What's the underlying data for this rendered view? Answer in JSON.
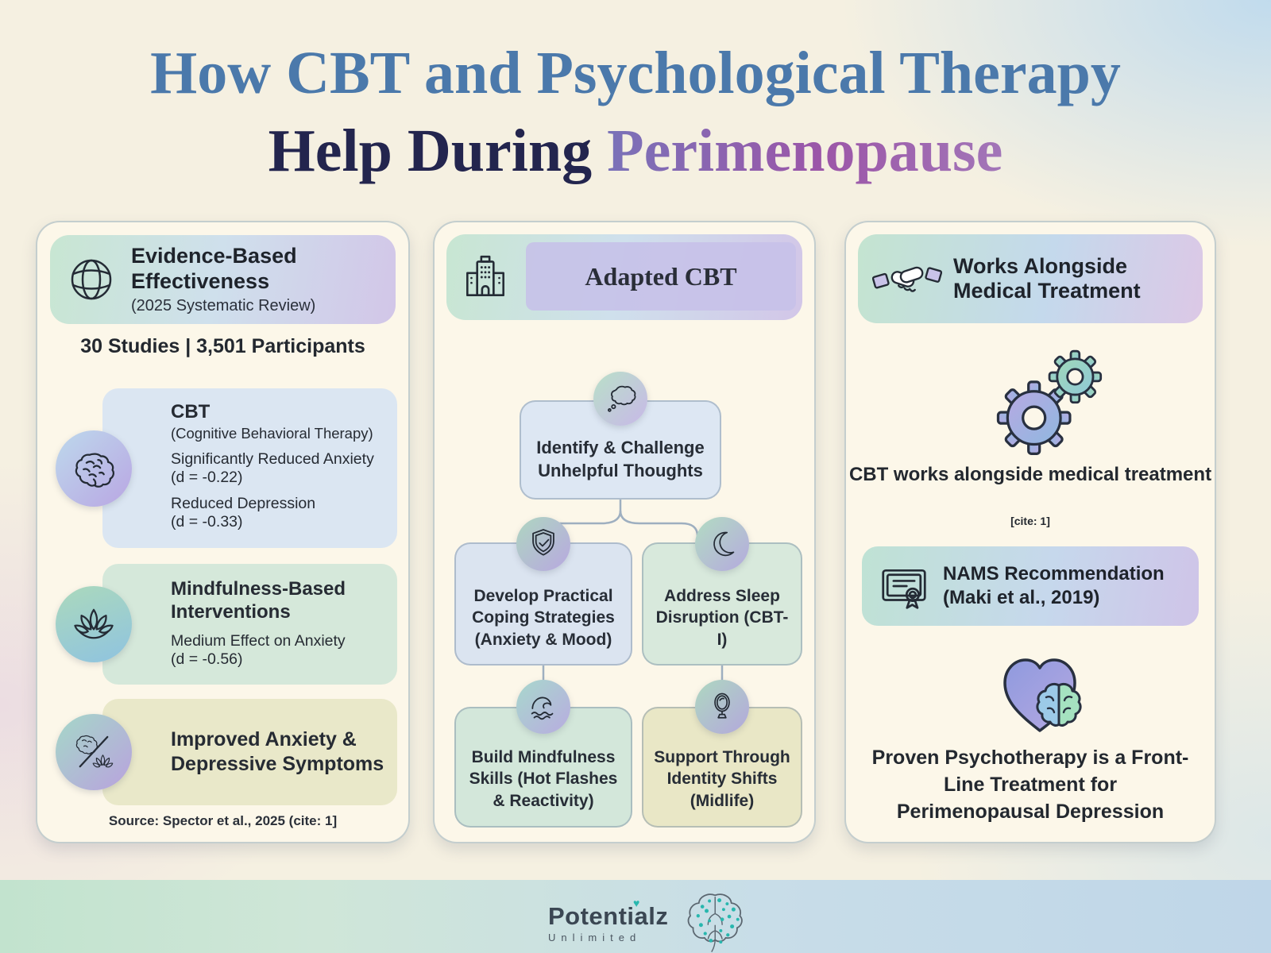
{
  "title": {
    "line1": "How CBT and Psychological Therapy",
    "line2_prefix": "Help During",
    "line2_accent": "Perimenopause"
  },
  "left_card": {
    "header": {
      "title": "Evidence-Based Effectiveness",
      "subtitle": "(2025 Systematic Review)",
      "icon": "globe-icon"
    },
    "stats": "30 Studies | 3,501 Participants",
    "sections": [
      {
        "icon": "brain-icon",
        "title": "CBT",
        "subtitle": "(Cognitive Behavioral Therapy)",
        "lines": [
          "Significantly Reduced Anxiety",
          "(d = -0.22)",
          "Reduced Depression",
          "(d = -0.33)"
        ]
      },
      {
        "icon": "lotus-icon",
        "title": "Mindfulness-Based Interventions",
        "lines": [
          "Medium Effect on Anxiety",
          "(d = -0.56)"
        ]
      },
      {
        "icon": "brain-lotus-icon",
        "title": "Improved Anxiety & Depressive Symptoms"
      }
    ],
    "source": "Source: Spector et al., 2025 (cite: 1]"
  },
  "middle_card": {
    "header": {
      "title": "Adapted CBT",
      "icon": "hospital-icon"
    },
    "root_node": {
      "icon": "thought-bubble-icon",
      "label": "Identify & Challenge Unhelpful Thoughts"
    },
    "nodes": [
      {
        "icon": "shield-check-icon",
        "label": "Develop Practical Coping Strategies (Anxiety & Mood)"
      },
      {
        "icon": "moon-icon",
        "label": "Address Sleep Disruption (CBT-I)"
      },
      {
        "icon": "wave-icon",
        "label": "Build Mindfulness Skills (Hot Flashes & Reactivity)"
      },
      {
        "icon": "mirror-icon",
        "label": "Support Through Identity Shifts (Midlife)"
      }
    ]
  },
  "right_card": {
    "header": {
      "title": "Works Alongside Medical Treatment",
      "icon": "handshake-icon"
    },
    "gears": {
      "icon": "gears-icon",
      "caption": "CBT works alongside medical treatment",
      "cite": "[cite: 1]"
    },
    "nams": {
      "icon": "certificate-icon",
      "title": "NAMS Recommendation (Maki et al., 2019)"
    },
    "bottom": {
      "icon": "heart-brain-icon",
      "text": "Proven Psychotherapy is a Front-Line Treatment for Perimenopausal Depression"
    }
  },
  "footer": {
    "brand": "Potentialz",
    "brand_sub": "Unlimited",
    "heart_glyph": "♥",
    "icon": "brain-network-icon"
  },
  "colors": {
    "title_blue": "#4b79ab",
    "title_navy": "#23254e",
    "title_purple": "#8d56a5",
    "card_bg": "#fcf7e9",
    "mint": "#c8e6d2",
    "lavender": "#d2c6e8",
    "light_blue_box": "#dbe6f2",
    "light_green_box": "#d5e8da",
    "light_yellow_box": "#e9e8c9",
    "teal_accent": "#28b7ae"
  }
}
